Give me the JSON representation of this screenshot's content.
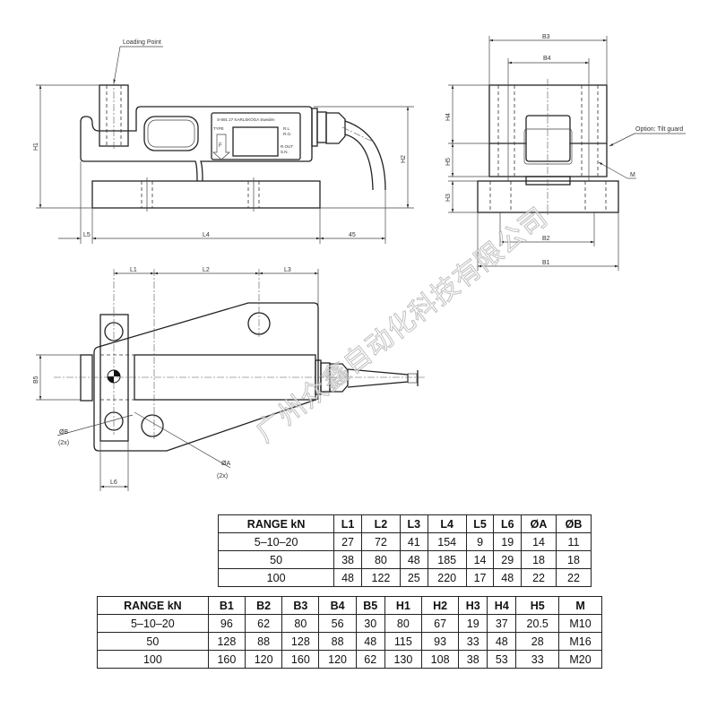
{
  "side_view": {
    "loading_point": "Loading Point",
    "plate_lines": [
      "S-691 27  KARLSKOGA  Sweden",
      "TYPE",
      "R.L.",
      "R.O.",
      "R.OUT",
      "S.N.",
      "F"
    ],
    "dims": {
      "h1": "H1",
      "h2": "H2",
      "l5": "L5",
      "l4": "L4",
      "cable": "45"
    }
  },
  "end_view": {
    "dims": {
      "b3": "B3",
      "b4": "B4",
      "h4": "H4",
      "h5": "H5",
      "h3": "H3",
      "b2": "B2",
      "b1": "B1"
    },
    "tilt_guard": "Option: Tilt guard",
    "m": "M"
  },
  "top_view": {
    "dims": {
      "l1": "L1",
      "l2": "L2",
      "l3": "L3",
      "b5": "B5",
      "l6": "L6"
    },
    "ob": "ØB",
    "ob_count": "(2x)",
    "oa": "ØA",
    "oa_count": "(2x)"
  },
  "table1": {
    "headers": [
      "RANGE kN",
      "L1",
      "L2",
      "L3",
      "L4",
      "L5",
      "L6",
      "ØA",
      "ØB"
    ],
    "rows": [
      [
        "5–10–20",
        "27",
        "72",
        "41",
        "154",
        "9",
        "19",
        "14",
        "11"
      ],
      [
        "50",
        "38",
        "80",
        "48",
        "185",
        "14",
        "29",
        "18",
        "18"
      ],
      [
        "100",
        "48",
        "122",
        "25",
        "220",
        "17",
        "48",
        "22",
        "22"
      ]
    ]
  },
  "table2": {
    "headers": [
      "RANGE kN",
      "B1",
      "B2",
      "B3",
      "B4",
      "B5",
      "H1",
      "H2",
      "H3",
      "H4",
      "H5",
      "M"
    ],
    "rows": [
      [
        "5–10–20",
        "96",
        "62",
        "80",
        "56",
        "30",
        "80",
        "67",
        "19",
        "37",
        "20.5",
        "M10"
      ],
      [
        "50",
        "128",
        "88",
        "128",
        "88",
        "48",
        "115",
        "93",
        "33",
        "48",
        "28",
        "M16"
      ],
      [
        "100",
        "160",
        "120",
        "160",
        "120",
        "62",
        "130",
        "108",
        "38",
        "53",
        "33",
        "M20"
      ]
    ]
  },
  "watermark": "广州众鑫自动化科技有限公司"
}
